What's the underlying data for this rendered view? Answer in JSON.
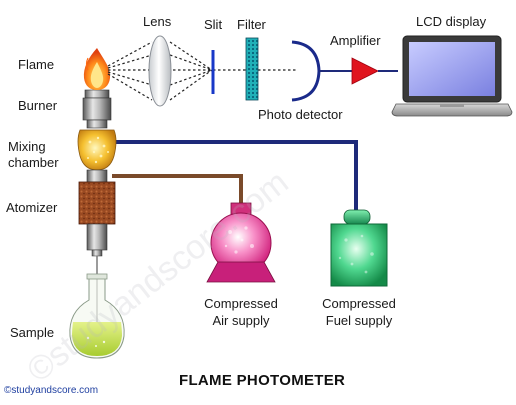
{
  "labels": {
    "flame": "Flame",
    "burner": "Burner",
    "mixing_line1": "Mixing",
    "mixing_line2": "chamber",
    "atomizer": "Atomizer",
    "sample": "Sample",
    "lens": "Lens",
    "slit": "Slit",
    "filter": "Filter",
    "amplifier": "Amplifier",
    "lcd_display": "LCD display",
    "photo_detector": "Photo detector",
    "air_line1": "Compressed",
    "air_line2": "Air supply",
    "fuel_line1": "Compressed",
    "fuel_line2": "Fuel supply"
  },
  "title": "FLAME PHOTOMETER",
  "credit": "©studyandscore.com",
  "watermark": "©studyandscore.com",
  "colors": {
    "fuel_pipe": "#1e2a7a",
    "air_pipe": "#7a4a2a",
    "amplifier": "#e0141e",
    "slit": "#1838c8",
    "air_supply": "#e8409a",
    "fuel_supply": "#2cc070",
    "sample_liquid": "#c8e060",
    "mixing_chamber": "#f0b020",
    "atomizer": "#9a4a22",
    "screen": "#9aa0f0"
  }
}
